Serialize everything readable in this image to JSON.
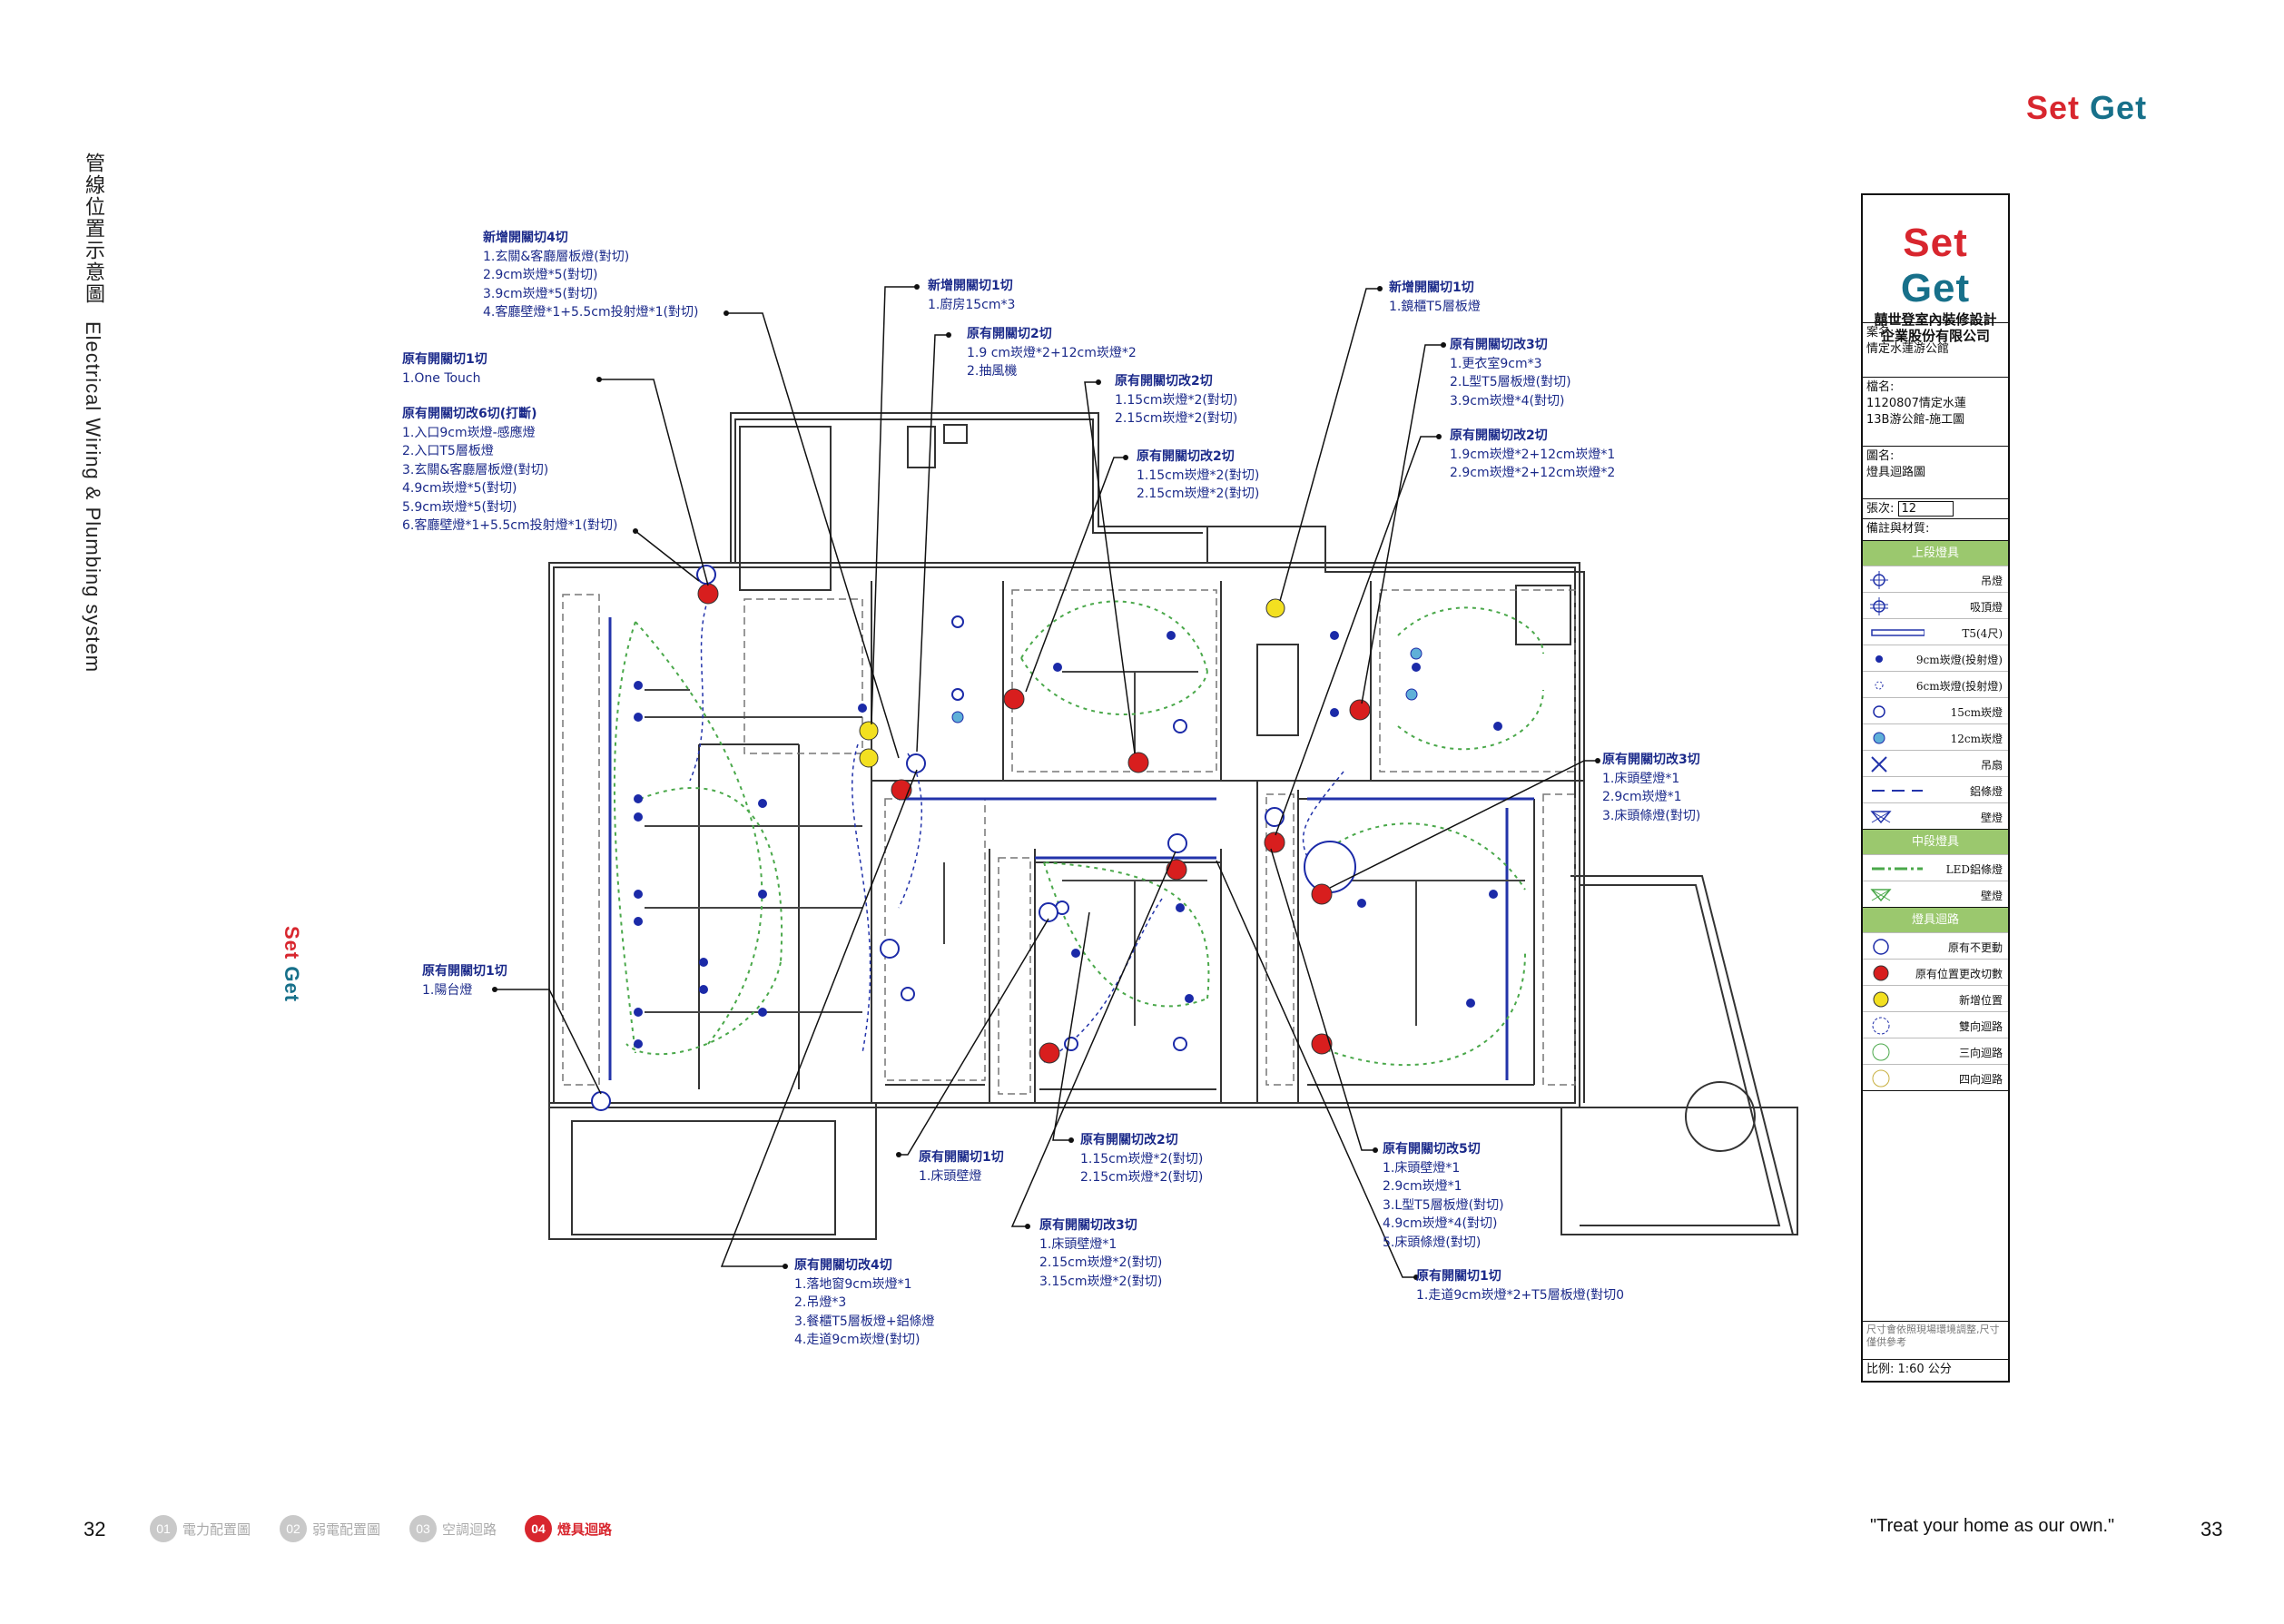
{
  "brand": {
    "part1": "Set",
    "part2": "Get"
  },
  "side_title": {
    "zh": "管線位置示意圖",
    "en": "Electrical Wiring & Plumbing system"
  },
  "notes": [
    {
      "id": "n1",
      "head": "新增開關切4切",
      "lines": [
        "1.玄關&客廳層板燈(對切)",
        "2.9cm崁燈*5(對切)",
        "3.9cm崁燈*5(對切)",
        "4.客廳壁燈*1+5.5cm投射燈*1(對切)"
      ]
    },
    {
      "id": "n2",
      "head": "原有開關切1切",
      "lines": [
        "1.One Touch"
      ]
    },
    {
      "id": "n3",
      "head": "原有開關切改6切(打斷)",
      "lines": [
        "1.入口9cm崁燈-感應燈",
        "2.入口T5層板燈",
        "3.玄關&客廳層板燈(對切)",
        "4.9cm崁燈*5(對切)",
        "5.9cm崁燈*5(對切)",
        "6.客廳壁燈*1+5.5cm投射燈*1(對切)"
      ]
    },
    {
      "id": "n4",
      "head": "新增開關切1切",
      "lines": [
        "1.廚房15cm*3"
      ]
    },
    {
      "id": "n5",
      "head": "原有開關切2切",
      "lines": [
        "1.9 cm崁燈*2+12cm崁燈*2",
        "2.抽風機"
      ]
    },
    {
      "id": "n6",
      "head": "原有開關切改2切",
      "lines": [
        "1.15cm崁燈*2(對切)",
        "2.15cm崁燈*2(對切)"
      ]
    },
    {
      "id": "n7",
      "head": "原有開關切改2切",
      "lines": [
        "1.15cm崁燈*2(對切)",
        "2.15cm崁燈*2(對切)"
      ]
    },
    {
      "id": "n8",
      "head": "新增開關切1切",
      "lines": [
        "1.鏡櫃T5層板燈"
      ]
    },
    {
      "id": "n9",
      "head": "原有開關切改3切",
      "lines": [
        "1.更衣室9cm*3",
        "2.L型T5層板燈(對切)",
        "3.9cm崁燈*4(對切)"
      ]
    },
    {
      "id": "n10",
      "head": "原有開關切改2切",
      "lines": [
        "1.9cm崁燈*2+12cm崁燈*1",
        "2.9cm崁燈*2+12cm崁燈*2"
      ]
    },
    {
      "id": "n11",
      "head": "原有開關切改3切",
      "lines": [
        "1.床頭壁燈*1",
        "2.9cm崁燈*1",
        "3.床頭條燈(對切)"
      ]
    },
    {
      "id": "n12",
      "head": "原有開關切1切",
      "lines": [
        "1.陽台燈"
      ]
    },
    {
      "id": "n13",
      "head": "原有開關切1切",
      "lines": [
        "1.床頭壁燈"
      ]
    },
    {
      "id": "n14",
      "head": "原有開關切改2切",
      "lines": [
        "1.15cm崁燈*2(對切)",
        "2.15cm崁燈*2(對切)"
      ]
    },
    {
      "id": "n15",
      "head": "原有開關切改3切",
      "lines": [
        "1.床頭壁燈*1",
        "2.15cm崁燈*2(對切)",
        "3.15cm崁燈*2(對切)"
      ]
    },
    {
      "id": "n16",
      "head": "原有開關切改4切",
      "lines": [
        "1.落地窗9cm崁燈*1",
        "2.吊燈*3",
        "3.餐櫃T5層板燈+鋁條燈",
        "4.走道9cm崁燈(對切)"
      ]
    },
    {
      "id": "n17",
      "head": "原有開關切改5切",
      "lines": [
        "1.床頭壁燈*1",
        "2.9cm崁燈*1",
        "3.L型T5層板燈(對切)",
        "4.9cm崁燈*4(對切)",
        "5.床頭條燈(對切)"
      ]
    },
    {
      "id": "n18",
      "head": "原有開關切1切",
      "lines": [
        "1.走道9cm崁燈*2+T5層板燈(對切0"
      ]
    }
  ],
  "title_block": {
    "company_line1": "囍世登室內裝修設計",
    "company_line2": "企業股份有限公司",
    "case_label": "案名:",
    "case_value": "情定水蓮游公館",
    "file_label": "檔名:",
    "file_value1": "1120807情定水蓮",
    "file_value2": "13B游公館-施工圖",
    "drawing_label": "圖名:",
    "drawing_value": "燈具迴路圖",
    "sheet_label": "張次:",
    "sheet_value": "12",
    "remarks_label": "備註與材質:",
    "sec1": "上段燈具",
    "legend1": [
      {
        "icon": "pendant-icon",
        "label": "吊燈"
      },
      {
        "icon": "ceiling-light-icon",
        "label": "吸頂燈"
      },
      {
        "icon": "t5-light-icon",
        "label": "T5(4尺)"
      },
      {
        "icon": "downlight-9cm-icon",
        "label": "9cm崁燈(投射燈)"
      },
      {
        "icon": "downlight-6cm-icon",
        "label": "6cm崁燈(投射燈)"
      },
      {
        "icon": "downlight-15cm-icon",
        "label": "15cm崁燈"
      },
      {
        "icon": "downlight-12cm-icon",
        "label": "12cm崁燈"
      },
      {
        "icon": "fan-icon",
        "label": "吊扇"
      },
      {
        "icon": "aluminum-strip-icon",
        "label": "鋁條燈"
      },
      {
        "icon": "wall-light-icon",
        "label": "壁燈"
      }
    ],
    "sec2": "中段燈具",
    "legend2": [
      {
        "icon": "led-strip-icon",
        "label": "LED鋁條燈"
      },
      {
        "icon": "wall-light-green-icon",
        "label": "壁燈"
      }
    ],
    "sec3": "燈具迴路",
    "legend3": [
      {
        "icon": "existing-switch-icon",
        "label": "原有不更動"
      },
      {
        "icon": "moved-switch-icon",
        "label": "原有位置更改切數"
      },
      {
        "icon": "new-switch-icon",
        "label": "新增位置"
      },
      {
        "icon": "two-way-icon",
        "label": "雙向迴路"
      },
      {
        "icon": "three-way-icon",
        "label": "三向迴路"
      },
      {
        "icon": "four-way-icon",
        "label": "四向迴路"
      }
    ],
    "note": "尺寸會依照現場環境調整,尺寸僅供參考",
    "scale": "比例: 1:60 公分"
  },
  "colors": {
    "accent_red": "#d8262e",
    "brand_teal": "#17708a",
    "circuit_green": "#4aa84a",
    "fixture_blue": "#1b2aa8",
    "legend_green": "#9bc86e"
  },
  "footer": {
    "page_left": "32",
    "page_right": "33",
    "quote": "\"Treat your home as our own.\"",
    "tabs": [
      {
        "num": "01",
        "label": "電力配置圖"
      },
      {
        "num": "02",
        "label": "弱電配置圖"
      },
      {
        "num": "03",
        "label": "空調迴路"
      },
      {
        "num": "04",
        "label": "燈具迴路"
      }
    ]
  }
}
